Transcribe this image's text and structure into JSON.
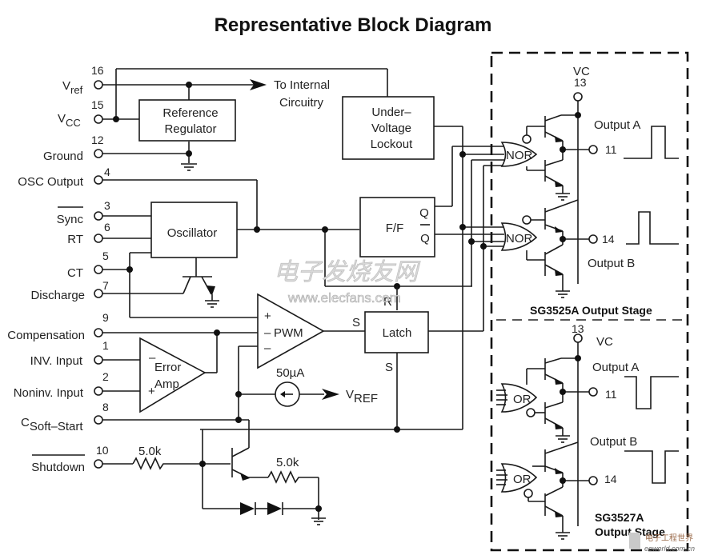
{
  "title": "Representative Block Diagram",
  "pins": {
    "vref": {
      "number": "16",
      "label": "V",
      "sub": "ref"
    },
    "vcc": {
      "number": "15",
      "label": "V",
      "sub": "CC"
    },
    "ground": {
      "number": "12",
      "label": "Ground"
    },
    "osc_output": {
      "number": "4",
      "label": "OSC Output"
    },
    "sync": {
      "number": "3",
      "label": "Sync"
    },
    "rt": {
      "number": "6",
      "label": "RT"
    },
    "ct": {
      "number": "5",
      "label": "CT"
    },
    "discharge": {
      "number": "7",
      "label": "Discharge"
    },
    "compensation": {
      "number": "9",
      "label": "Compensation"
    },
    "inv_input": {
      "number": "1",
      "label": "INV. Input"
    },
    "noninv_input": {
      "number": "2",
      "label": "Noninv. Input"
    },
    "soft_start": {
      "number": "8",
      "label": "C",
      "sub": "Soft–Start"
    },
    "shutdown": {
      "number": "10",
      "label": "Shutdown"
    }
  },
  "blocks": {
    "reference_regulator": [
      "Reference",
      "Regulator"
    ],
    "to_internal": [
      "To Internal",
      "Circuitry"
    ],
    "uvlo": [
      "Under–",
      "Voltage",
      "Lockout"
    ],
    "oscillator": "Oscillator",
    "flipflop": "F/F",
    "q": "Q",
    "q_bar": "Q",
    "pwm": "PWM",
    "pwm_plus": "+",
    "pwm_minus1": "–",
    "pwm_minus2": "–",
    "error_amp": [
      "Error",
      "Amp"
    ],
    "ea_minus": "–",
    "ea_plus": "+",
    "latch": "Latch",
    "latch_r": "R",
    "latch_s_left": "S",
    "latch_s_bottom": "S",
    "current_source": "50µA",
    "vref_arrow": {
      "label": "V",
      "sub": "REF"
    },
    "resistor1": "5.0k",
    "resistor2": "5.0k"
  },
  "output_stage_3525": {
    "vc_label": "VC",
    "vc_pin": "13",
    "gate_a": "NOR",
    "gate_b": "NOR",
    "output_a_label": "Output A",
    "output_a_pin": "11",
    "output_b_label": "Output B",
    "output_b_pin": "14",
    "caption": "SG3525A Output Stage"
  },
  "output_stage_3527": {
    "vc_label": "VC",
    "vc_pin": "13",
    "gate_a": "OR",
    "gate_b": "OR",
    "output_a_label": "Output A",
    "output_a_pin": "11",
    "output_b_label": "Output B",
    "output_b_pin": "14",
    "caption_line1": "SG3527A",
    "caption_line2": "Output Stage"
  },
  "watermarks": {
    "chinese": "电子发烧友网",
    "url": "www.elecfans.com",
    "corner_cn": "电子工程世界",
    "corner_url": "eeworld.com.cn"
  }
}
